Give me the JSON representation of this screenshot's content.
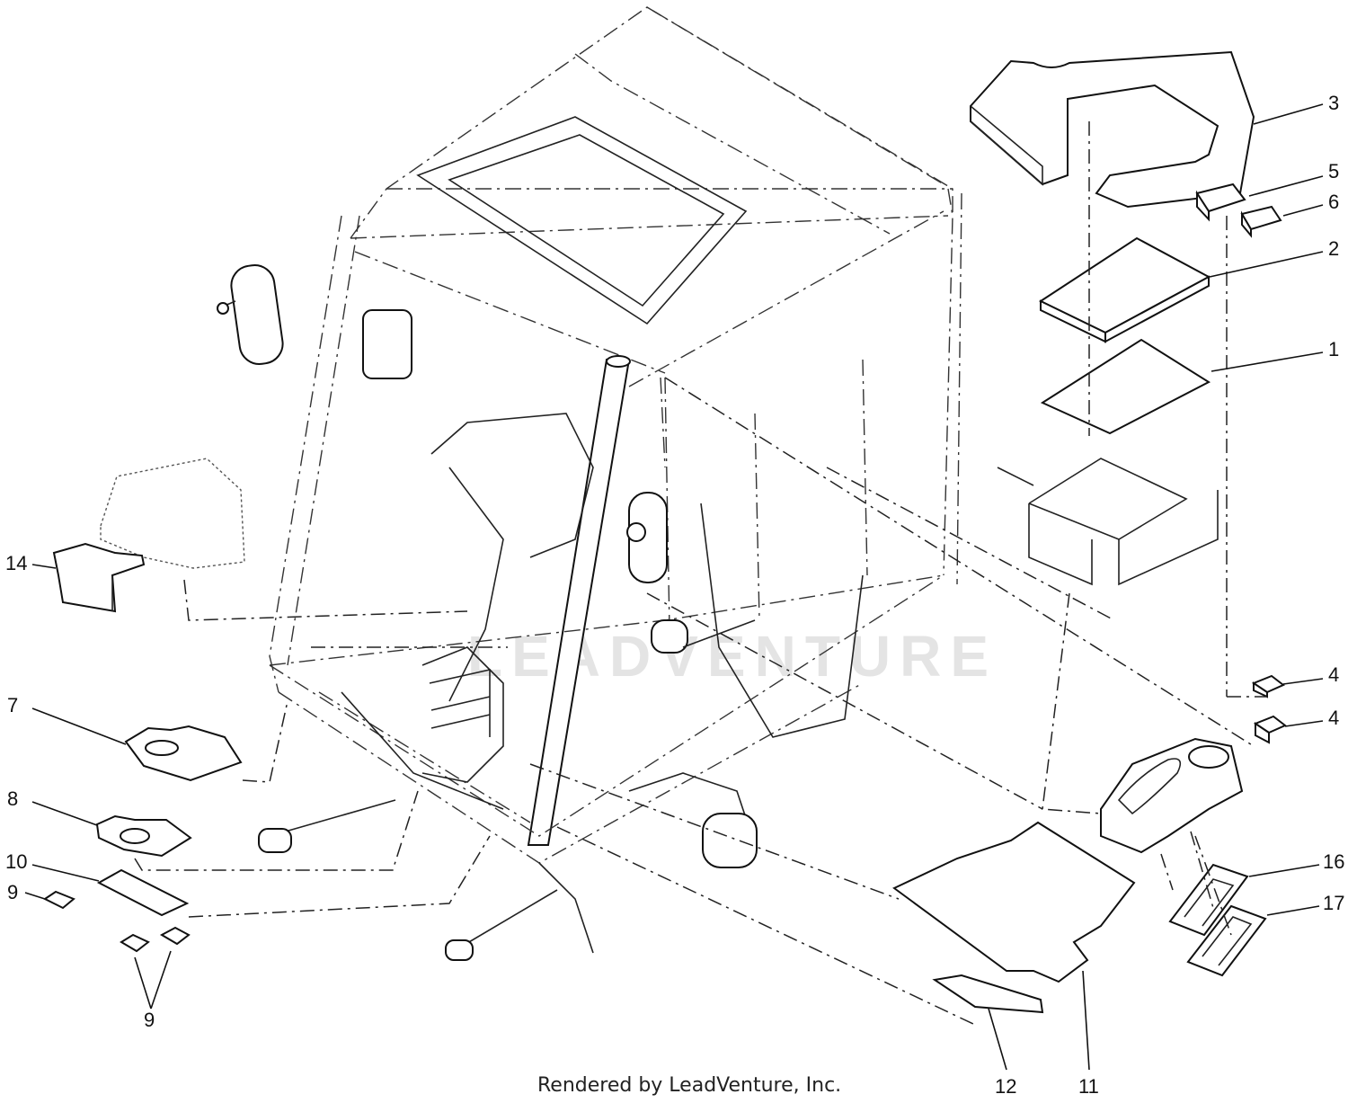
{
  "watermark": "LEADVENTURE",
  "footer": "Rendered by LeadVenture, Inc.",
  "callouts": {
    "c1": "1",
    "c2": "2",
    "c3": "3",
    "c4a": "4",
    "c4b": "4",
    "c5": "5",
    "c6": "6",
    "c7": "7",
    "c8": "8",
    "c9a": "9",
    "c9b": "9",
    "c10": "10",
    "c11": "11",
    "c12": "12",
    "c14": "14",
    "c16": "16",
    "c17": "17"
  }
}
